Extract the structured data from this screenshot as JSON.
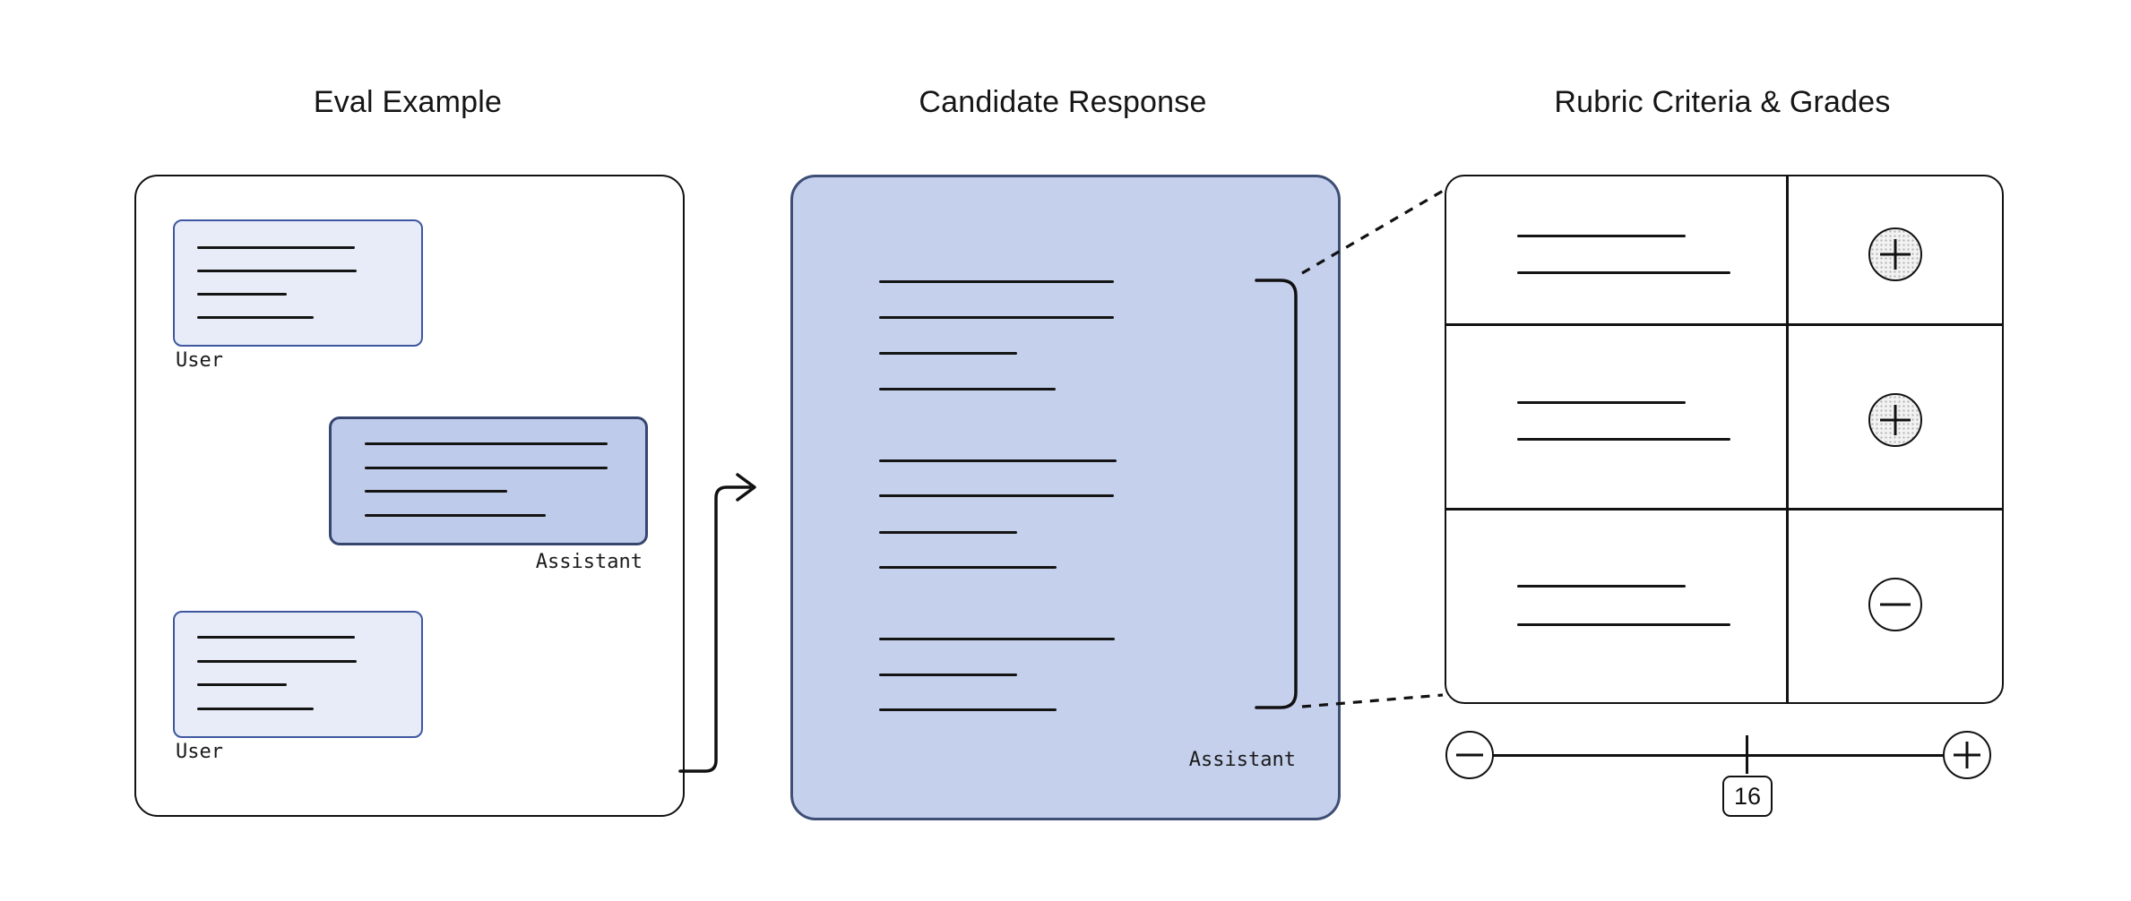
{
  "titles": {
    "eval": "Eval Example",
    "candidate": "Candidate Response",
    "rubric": "Rubric Criteria & Grades"
  },
  "eval_panel": {
    "messages": [
      {
        "role": "User"
      },
      {
        "role": "Assistant"
      },
      {
        "role": "User"
      }
    ]
  },
  "candidate_panel": {
    "author_label": "Assistant"
  },
  "rubric_panel": {
    "rows": [
      {
        "grade": "plus"
      },
      {
        "grade": "plus"
      },
      {
        "grade": "minus"
      }
    ],
    "slider": {
      "value": "16",
      "min_icon": "minus",
      "max_icon": "plus"
    }
  },
  "colors": {
    "ink": "#141414",
    "user-fill": "#e7ecf8",
    "user-border": "#3f57a0",
    "asst-fill": "#bfcbea",
    "asst-border": "#36466e",
    "cand-fill": "#c5d0ec",
    "cand-border": "#3e4e74"
  }
}
